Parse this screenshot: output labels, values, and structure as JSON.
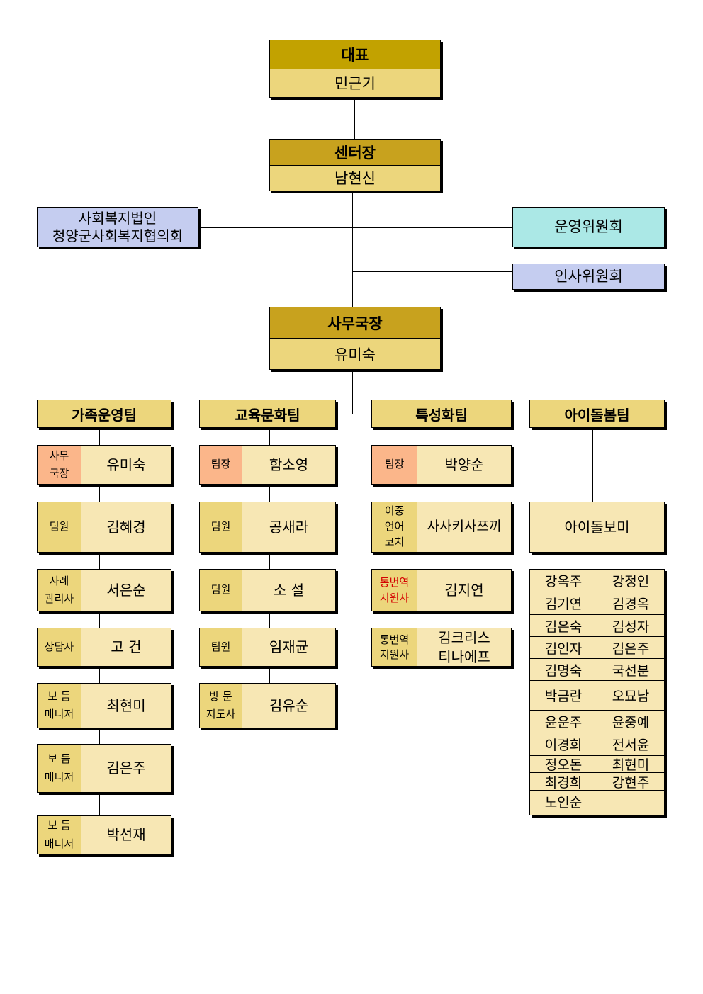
{
  "top": {
    "ceo": {
      "title": "대표",
      "name": "민근기"
    },
    "director": {
      "title": "센터장",
      "name": "남현신"
    },
    "corp": {
      "line1": "사회복지법인",
      "line2": "청양군사회복지협의회"
    },
    "operating_committee": "운영위원회",
    "hr_committee": "인사위원회",
    "secretary": {
      "title": "사무국장",
      "name": "유미숙"
    }
  },
  "teams": {
    "family": {
      "title": "가족운영팀",
      "members": [
        {
          "role": "사무\n국장",
          "name": "유미숙"
        },
        {
          "role": "팀원",
          "name": "김혜경"
        },
        {
          "role": "사례\n관리사",
          "name": "서은순"
        },
        {
          "role": "상담사",
          "name": "고  건"
        },
        {
          "role": "보 듬\n매니저",
          "name": "최현미"
        },
        {
          "role": "보 듬\n매니저",
          "name": "김은주"
        },
        {
          "role": "보 듬\n매니저",
          "name": "박선재"
        }
      ]
    },
    "education": {
      "title": "교육문화팀",
      "members": [
        {
          "role": "팀장",
          "name": "함소영"
        },
        {
          "role": "팀원",
          "name": "공새라"
        },
        {
          "role": "팀원",
          "name": "소  설"
        },
        {
          "role": "팀원",
          "name": "임재균"
        },
        {
          "role": "방 문\n지도사",
          "name": "김유순"
        }
      ]
    },
    "special": {
      "title": "특성화팀",
      "members": [
        {
          "role": "팀장",
          "name": "박양순"
        },
        {
          "role": "이중\n언어\n코치",
          "name": "사사키사쯔끼"
        },
        {
          "role": "통번역\n지원사",
          "name": "김지연"
        },
        {
          "role": "통번역\n지원사",
          "name": "김크리스\n티나에프"
        }
      ]
    },
    "childcare": {
      "title": "아이돌봄팀",
      "group": "아이돌보미",
      "rows": [
        [
          "강옥주",
          "강정인"
        ],
        [
          "김기연",
          "김경옥"
        ],
        [
          "김은숙",
          "김성자"
        ],
        [
          "김인자",
          "김은주"
        ],
        [
          "김명숙",
          "국선분"
        ],
        [
          "박금란",
          "오묘남"
        ],
        [
          "윤운주",
          "윤중예"
        ],
        [
          "이경희",
          "전서윤"
        ],
        [
          "정오돈",
          "최현미"
        ],
        [
          "최경희",
          "강현주"
        ],
        [
          "노인순",
          ""
        ]
      ]
    }
  }
}
